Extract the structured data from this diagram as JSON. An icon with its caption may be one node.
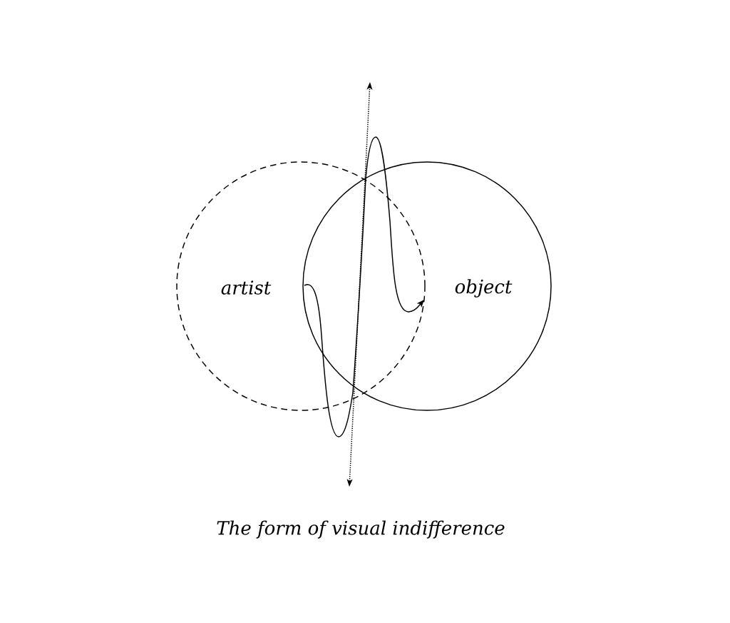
{
  "diagram": {
    "caption": "The form of visual indifference",
    "nodes": [
      {
        "text": [
          "artist"
        ]
      },
      {
        "text": [
          "object"
        ]
      }
    ],
    "edges": [
      {
        "from": 0,
        "to": 1,
        "arrow": "to"
      }
    ]
  }
}
